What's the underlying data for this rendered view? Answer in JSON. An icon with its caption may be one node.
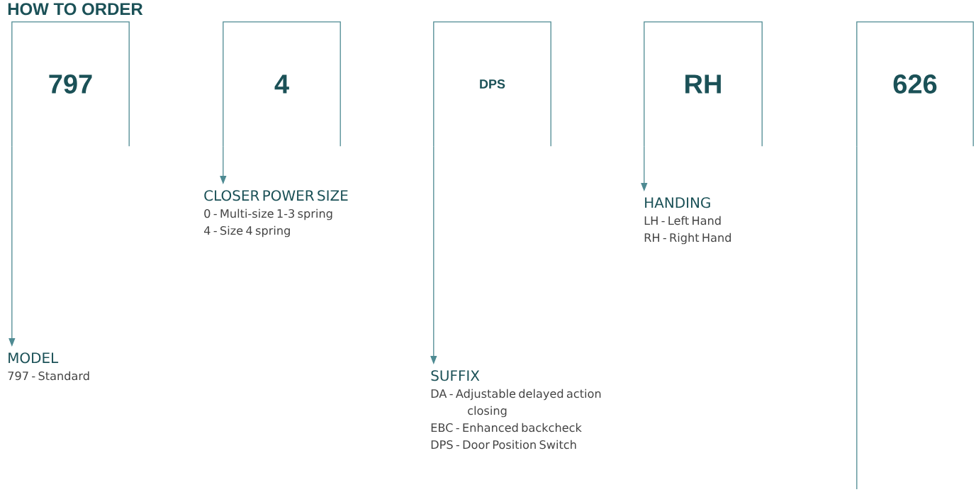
{
  "diagram": {
    "title": "HOW TO ORDER",
    "nodes": [
      {
        "text": [
          "797"
        ]
      },
      {
        "text": [
          "4"
        ]
      },
      {
        "text": [
          "DPS"
        ]
      },
      {
        "text": [
          "RH"
        ]
      },
      {
        "text": [
          "626"
        ]
      },
      {
        "text": [
          "MODEL",
          "797 - Standard"
        ]
      },
      {
        "text": [
          "CLOSER POWER SIZE",
          "0 - Multi-size 1-3 spring",
          "4 - Size 4 spring"
        ]
      },
      {
        "text": [
          "SUFFIX",
          "DA - Adjustable delayed action closing",
          "EBC - Enhanced backcheck",
          "DPS - Door Position Switch"
        ]
      },
      {
        "text": [
          "HANDING",
          "LH - Left Hand",
          "RH - Right Hand"
        ]
      }
    ],
    "edges": [
      {
        "from": 0,
        "to": 5,
        "arrow": "to"
      },
      {
        "from": 1,
        "to": 6,
        "arrow": "to"
      },
      {
        "from": 2,
        "to": 7,
        "arrow": "to"
      },
      {
        "from": 3,
        "to": 8,
        "arrow": "to"
      },
      {
        "from": 4,
        "to": null,
        "arrow": "none"
      }
    ]
  }
}
